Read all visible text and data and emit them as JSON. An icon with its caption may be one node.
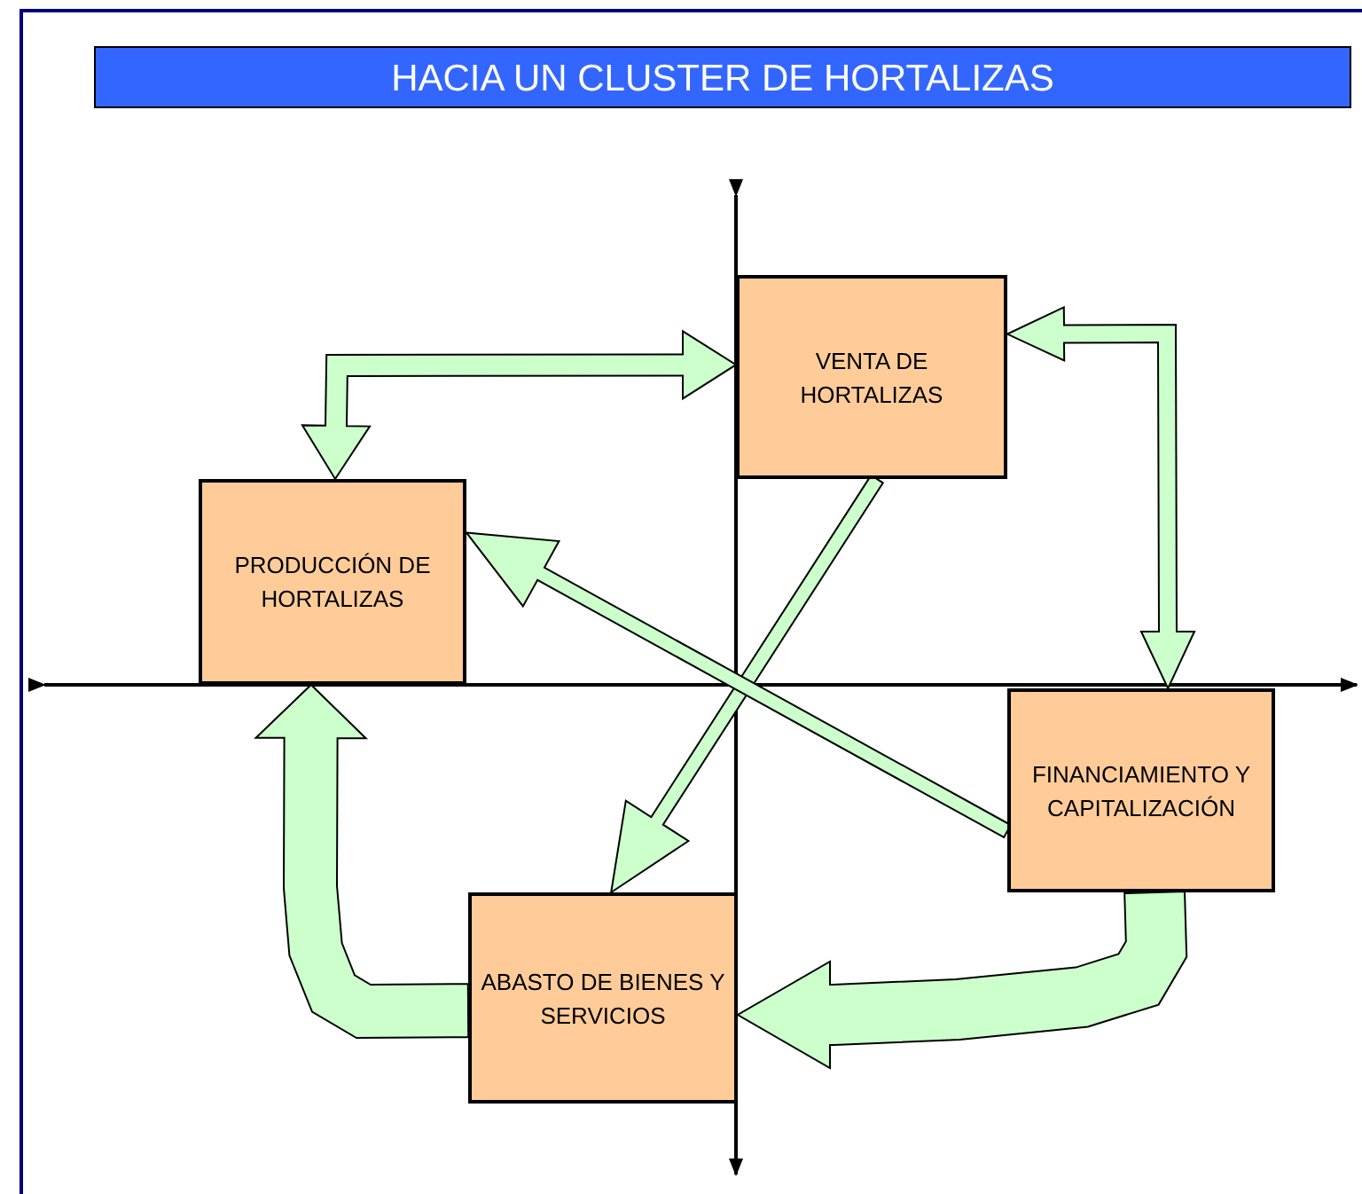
{
  "diagram": {
    "title": "HACIA UN CLUSTER DE HORTALIZAS",
    "nodes": [
      {
        "text": [
          "VENTA DE HORTALIZAS"
        ]
      },
      {
        "text": [
          "PRODUCCIÓN DE HORTALIZAS"
        ]
      },
      {
        "text": [
          "FINANCIAMIENTO Y CAPITALIZACIÓN"
        ]
      },
      {
        "text": [
          "ABASTO DE BIENES Y SERVICIOS"
        ]
      }
    ],
    "edges": [
      {
        "from": 1,
        "to": 0,
        "arrow": "both"
      },
      {
        "from": 0,
        "to": 2,
        "arrow": "both"
      },
      {
        "from": 0,
        "to": 3,
        "arrow": "to"
      },
      {
        "from": 2,
        "to": 1,
        "arrow": "to"
      },
      {
        "from": 2,
        "to": 3,
        "arrow": "to"
      },
      {
        "from": 3,
        "to": 1,
        "arrow": "to"
      }
    ]
  }
}
